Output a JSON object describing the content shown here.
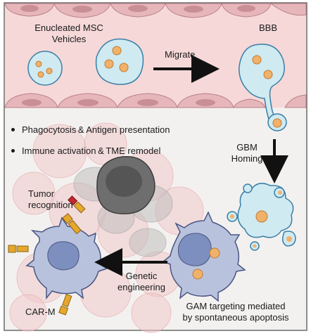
{
  "labels": {
    "msc": "Enucleated MSC\nVehicles",
    "bbb": "BBB",
    "migrate": "Migrate",
    "homing": "GBM\nHoming",
    "tumor": "Tumor\nrecognition",
    "genetic": "Genetic\nengineering",
    "carm": "CAR-M",
    "gam": "GAM targeting mediated\nby spontaneous apoptosis"
  },
  "bullets": [
    "Phagocytosis & Antigen presentation",
    "Immune activation & TME remodel"
  ],
  "colors": {
    "vessel": "#f5d6d6",
    "endothelium": "#e2b3b8",
    "tissue": "#f3f1ef",
    "vesicle": "#cfeaf1",
    "vesicle_border": "#3a7fa8",
    "nucleus": "#f0b26b",
    "macrophage": "#b9c2dd",
    "macrophage_nucleus": "#7d8fbf",
    "receptor": "#e6a82c",
    "receptor_red": "#c4272e"
  },
  "icons": [
    "vesicle-icon",
    "arrow-right-icon",
    "arrow-down-icon",
    "arrow-left-icon",
    "tumor-cell-icon",
    "macrophage-icon",
    "car-receptor-icon"
  ]
}
